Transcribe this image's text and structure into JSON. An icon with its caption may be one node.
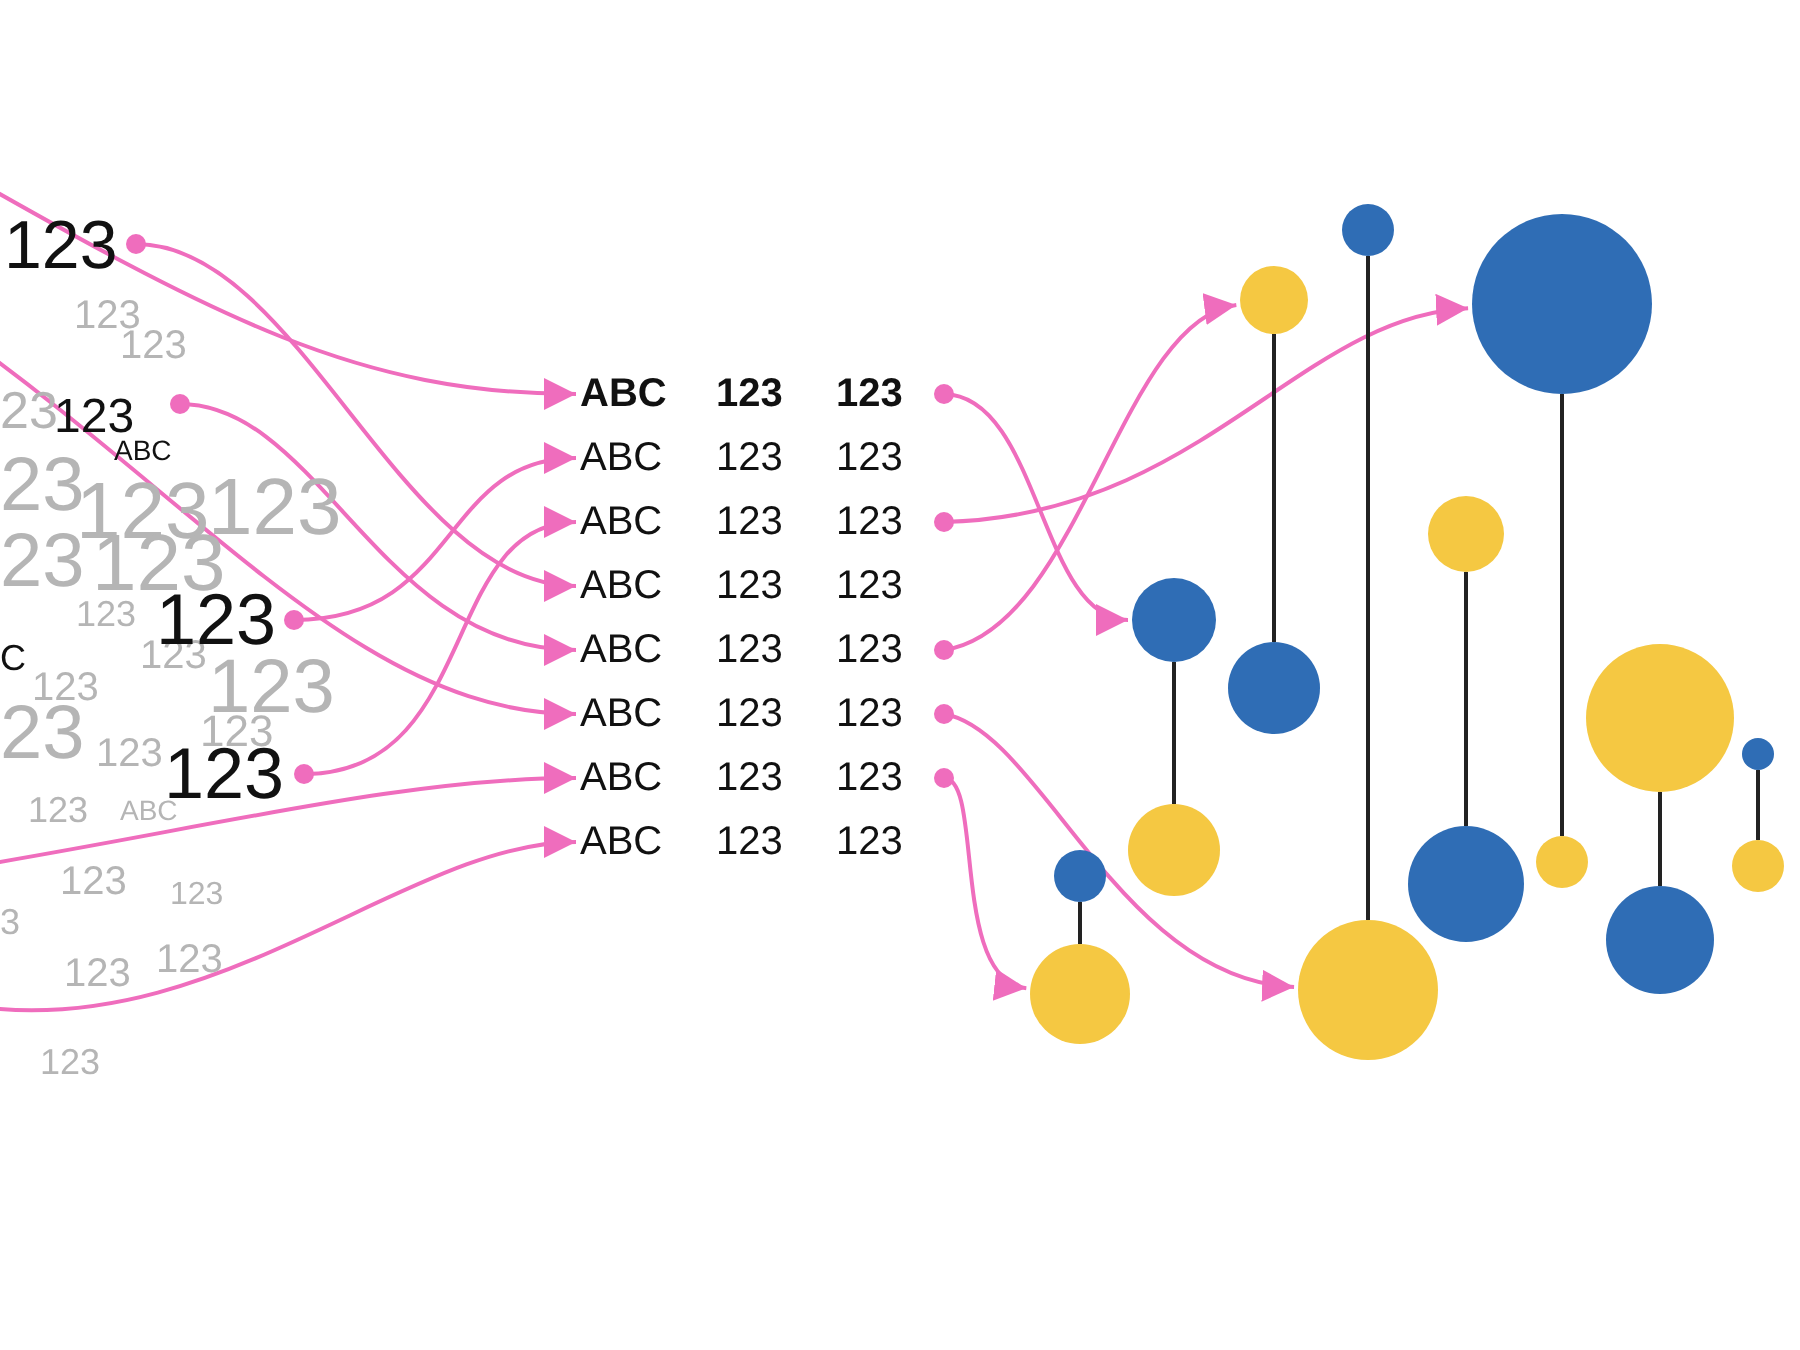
{
  "diagram": {
    "nodes": [
      {
        "text": [
          "123"
        ]
      },
      {
        "text": [
          "123",
          "ABC"
        ]
      },
      {
        "text": [
          "123"
        ]
      },
      {
        "text": [
          "123"
        ]
      },
      {
        "text": [
          "ABC",
          "123",
          "123"
        ]
      },
      {
        "text": [
          "ABC",
          "123",
          "123"
        ]
      },
      {
        "text": [
          "ABC",
          "123",
          "123"
        ]
      },
      {
        "text": [
          "ABC",
          "123",
          "123"
        ]
      },
      {
        "text": [
          "ABC",
          "123",
          "123"
        ]
      },
      {
        "text": [
          "ABC",
          "123",
          "123"
        ]
      },
      {
        "text": [
          "ABC",
          "123",
          "123"
        ]
      },
      {
        "text": [
          "ABC",
          "123",
          "123"
        ]
      },
      {
        "text": [],
        "shape": "circle"
      },
      {
        "text": [],
        "shape": "circle"
      },
      {
        "text": [],
        "shape": "circle"
      },
      {
        "text": [],
        "shape": "circle"
      },
      {
        "text": [],
        "shape": "circle"
      },
      {
        "text": [],
        "shape": "circle"
      },
      {
        "text": [],
        "shape": "circle"
      },
      {
        "text": [],
        "shape": "circle"
      },
      {
        "text": [],
        "shape": "circle"
      },
      {
        "text": [],
        "shape": "circle"
      },
      {
        "text": [],
        "shape": "circle"
      },
      {
        "text": [],
        "shape": "circle"
      },
      {
        "text": [],
        "shape": "circle"
      },
      {
        "text": [],
        "shape": "circle"
      },
      {
        "text": [],
        "shape": "circle"
      },
      {
        "text": [],
        "shape": "circle"
      }
    ],
    "edges": [
      {
        "from": null,
        "to": 4,
        "arrow": "to"
      },
      {
        "from": 0,
        "to": 7,
        "arrow": "to"
      },
      {
        "from": null,
        "to": 9,
        "arrow": "to"
      },
      {
        "from": 1,
        "to": 8,
        "arrow": "to"
      },
      {
        "from": 2,
        "to": 5,
        "arrow": "to"
      },
      {
        "from": 3,
        "to": 6,
        "arrow": "to"
      },
      {
        "from": null,
        "to": 10,
        "arrow": "to"
      },
      {
        "from": null,
        "to": 11,
        "arrow": "to"
      },
      {
        "from": 4,
        "to": 14,
        "arrow": "to"
      },
      {
        "from": 6,
        "to": 22,
        "arrow": "to"
      },
      {
        "from": 8,
        "to": 16,
        "arrow": "to"
      },
      {
        "from": 9,
        "to": 19,
        "arrow": "to"
      },
      {
        "from": 10,
        "to": 13,
        "arrow": "to"
      },
      {
        "from": 12,
        "to": 13,
        "arrow": "none",
        "color": "#222222"
      },
      {
        "from": 14,
        "to": 15,
        "arrow": "none",
        "color": "#222222"
      },
      {
        "from": 16,
        "to": 17,
        "arrow": "none",
        "color": "#222222"
      },
      {
        "from": 18,
        "to": 19,
        "arrow": "none",
        "color": "#222222"
      },
      {
        "from": 20,
        "to": 21,
        "arrow": "none",
        "color": "#222222"
      },
      {
        "from": 22,
        "to": 23,
        "arrow": "none",
        "color": "#222222"
      },
      {
        "from": 24,
        "to": 25,
        "arrow": "none",
        "color": "#222222"
      },
      {
        "from": 26,
        "to": 27,
        "arrow": "none",
        "color": "#222222"
      }
    ],
    "labels": [
      "123",
      "123",
      "23",
      "23",
      "123",
      "123",
      "23",
      "123",
      "123",
      "123",
      "123",
      "C",
      "123",
      "23",
      "123",
      "123",
      "123",
      "ABC",
      "3",
      "123",
      "123",
      "123",
      "123",
      "123"
    ]
  }
}
